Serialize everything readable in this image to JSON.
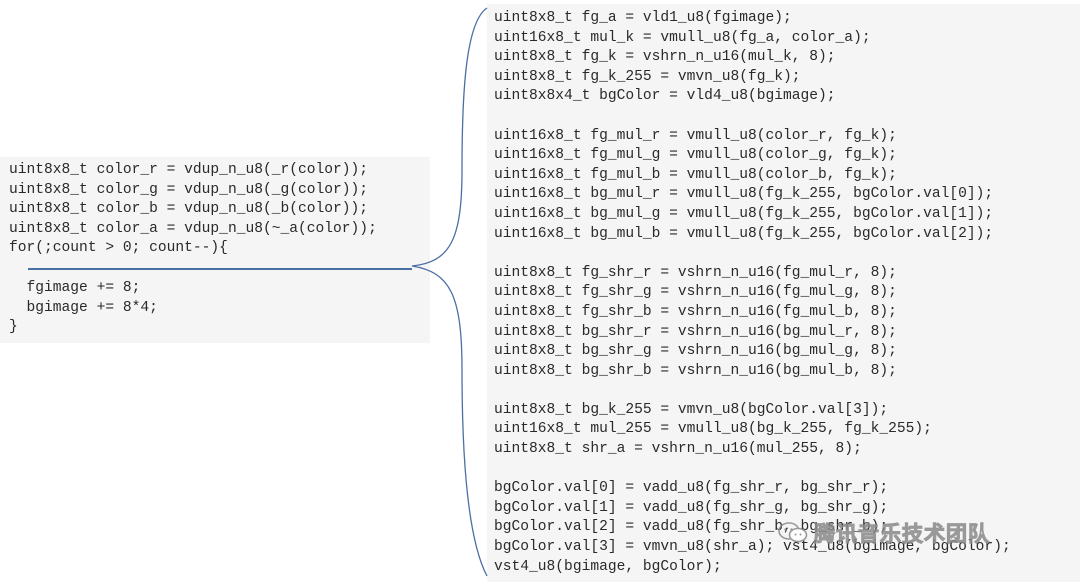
{
  "colors": {
    "panel_background": "#f5f5f5",
    "code_text": "#2a2a2a",
    "connector_line": "#4a6fa5",
    "watermark_outline": "#8a8a8a"
  },
  "left_code": {
    "lines_before_marker": [
      "uint8x8_t color_r = vdup_n_u8(_r(color));",
      "uint8x8_t color_g = vdup_n_u8(_g(color));",
      "uint8x8_t color_b = vdup_n_u8(_b(color));",
      "uint8x8_t color_a = vdup_n_u8(~_a(color));",
      "for(;count > 0; count--){"
    ],
    "lines_after_marker": [
      "  fgimage += 8;",
      "  bgimage += 8*4;",
      "}"
    ]
  },
  "right_code": {
    "blocks": [
      [
        "uint8x8_t fg_a = vld1_u8(fgimage);",
        "uint16x8_t mul_k = vmull_u8(fg_a, color_a);",
        "uint8x8_t fg_k = vshrn_n_u16(mul_k, 8);",
        "uint8x8_t fg_k_255 = vmvn_u8(fg_k);",
        "uint8x8x4_t bgColor = vld4_u8(bgimage);"
      ],
      [
        "uint16x8_t fg_mul_r = vmull_u8(color_r, fg_k);",
        "uint16x8_t fg_mul_g = vmull_u8(color_g, fg_k);",
        "uint16x8_t fg_mul_b = vmull_u8(color_b, fg_k);",
        "uint16x8_t bg_mul_r = vmull_u8(fg_k_255, bgColor.val[0]);",
        "uint16x8_t bg_mul_g = vmull_u8(fg_k_255, bgColor.val[1]);",
        "uint16x8_t bg_mul_b = vmull_u8(fg_k_255, bgColor.val[2]);"
      ],
      [
        "uint8x8_t fg_shr_r = vshrn_n_u16(fg_mul_r, 8);",
        "uint8x8_t fg_shr_g = vshrn_n_u16(fg_mul_g, 8);",
        "uint8x8_t fg_shr_b = vshrn_n_u16(fg_mul_b, 8);",
        "uint8x8_t bg_shr_r = vshrn_n_u16(bg_mul_r, 8);",
        "uint8x8_t bg_shr_g = vshrn_n_u16(bg_mul_g, 8);",
        "uint8x8_t bg_shr_b = vshrn_n_u16(bg_mul_b, 8);"
      ],
      [
        "uint8x8_t bg_k_255 = vmvn_u8(bgColor.val[3]);",
        "uint16x8_t mul_255 = vmull_u8(bg_k_255, fg_k_255);",
        "uint8x8_t shr_a = vshrn_n_u16(mul_255, 8);"
      ],
      [
        "bgColor.val[0] = vadd_u8(fg_shr_r, bg_shr_r);",
        "bgColor.val[1] = vadd_u8(fg_shr_g, bg_shr_g);",
        "bgColor.val[2] = vadd_u8(fg_shr_b, bg_shr_b);",
        "bgColor.val[3] = vmvn_u8(shr_a); vst4_u8(bgimage, bgColor);",
        "vst4_u8(bgimage, bgColor);"
      ]
    ]
  },
  "watermark": {
    "text": "腾讯音乐技术团队",
    "icon": "wechat-icon"
  }
}
